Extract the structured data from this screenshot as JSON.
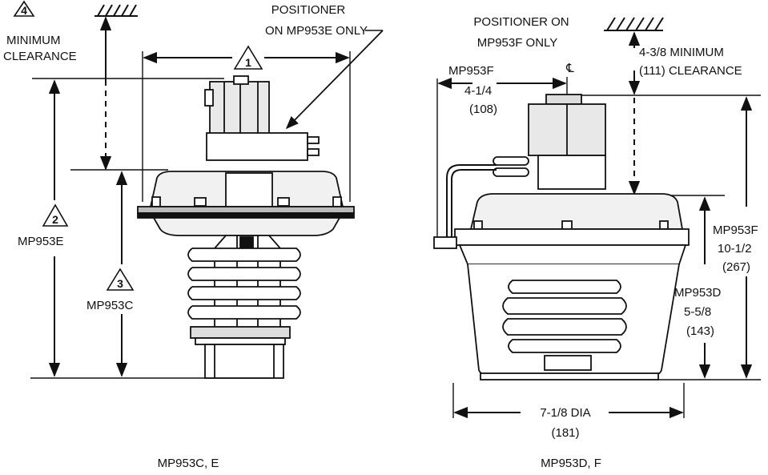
{
  "left": {
    "positioner_note_line1": "POSITIONER",
    "positioner_note_line2": "ON MP953E ONLY",
    "callout_1": "1",
    "callout_2": "2",
    "callout_3": "3",
    "callout_4": "4",
    "min_line1": "MINIMUM",
    "min_line2": "CLEARANCE",
    "height_e_label": "MP953E",
    "height_c_label": "MP953C",
    "caption": "MP953C, E"
  },
  "right": {
    "positioner_note_line1": "POSITIONER ON",
    "positioner_note_line2": "MP953F ONLY",
    "centerline_symbol": "℄",
    "offset_model": "MP953F",
    "offset_inch": "4-1/4",
    "offset_mm": "(108)",
    "clearance_inch_label": "4-3/8  MINIMUM",
    "clearance_mm_label": "(111) CLEARANCE",
    "height_f_model": "MP953F",
    "height_f_inch": "10-1/2",
    "height_f_mm": "(267)",
    "height_d_model": "MP953D",
    "height_d_inch": "5-5/8",
    "height_d_mm": "(143)",
    "dia_label": "7-1/8 DIA",
    "dia_mm": "(181)",
    "caption": "MP953D, F"
  }
}
